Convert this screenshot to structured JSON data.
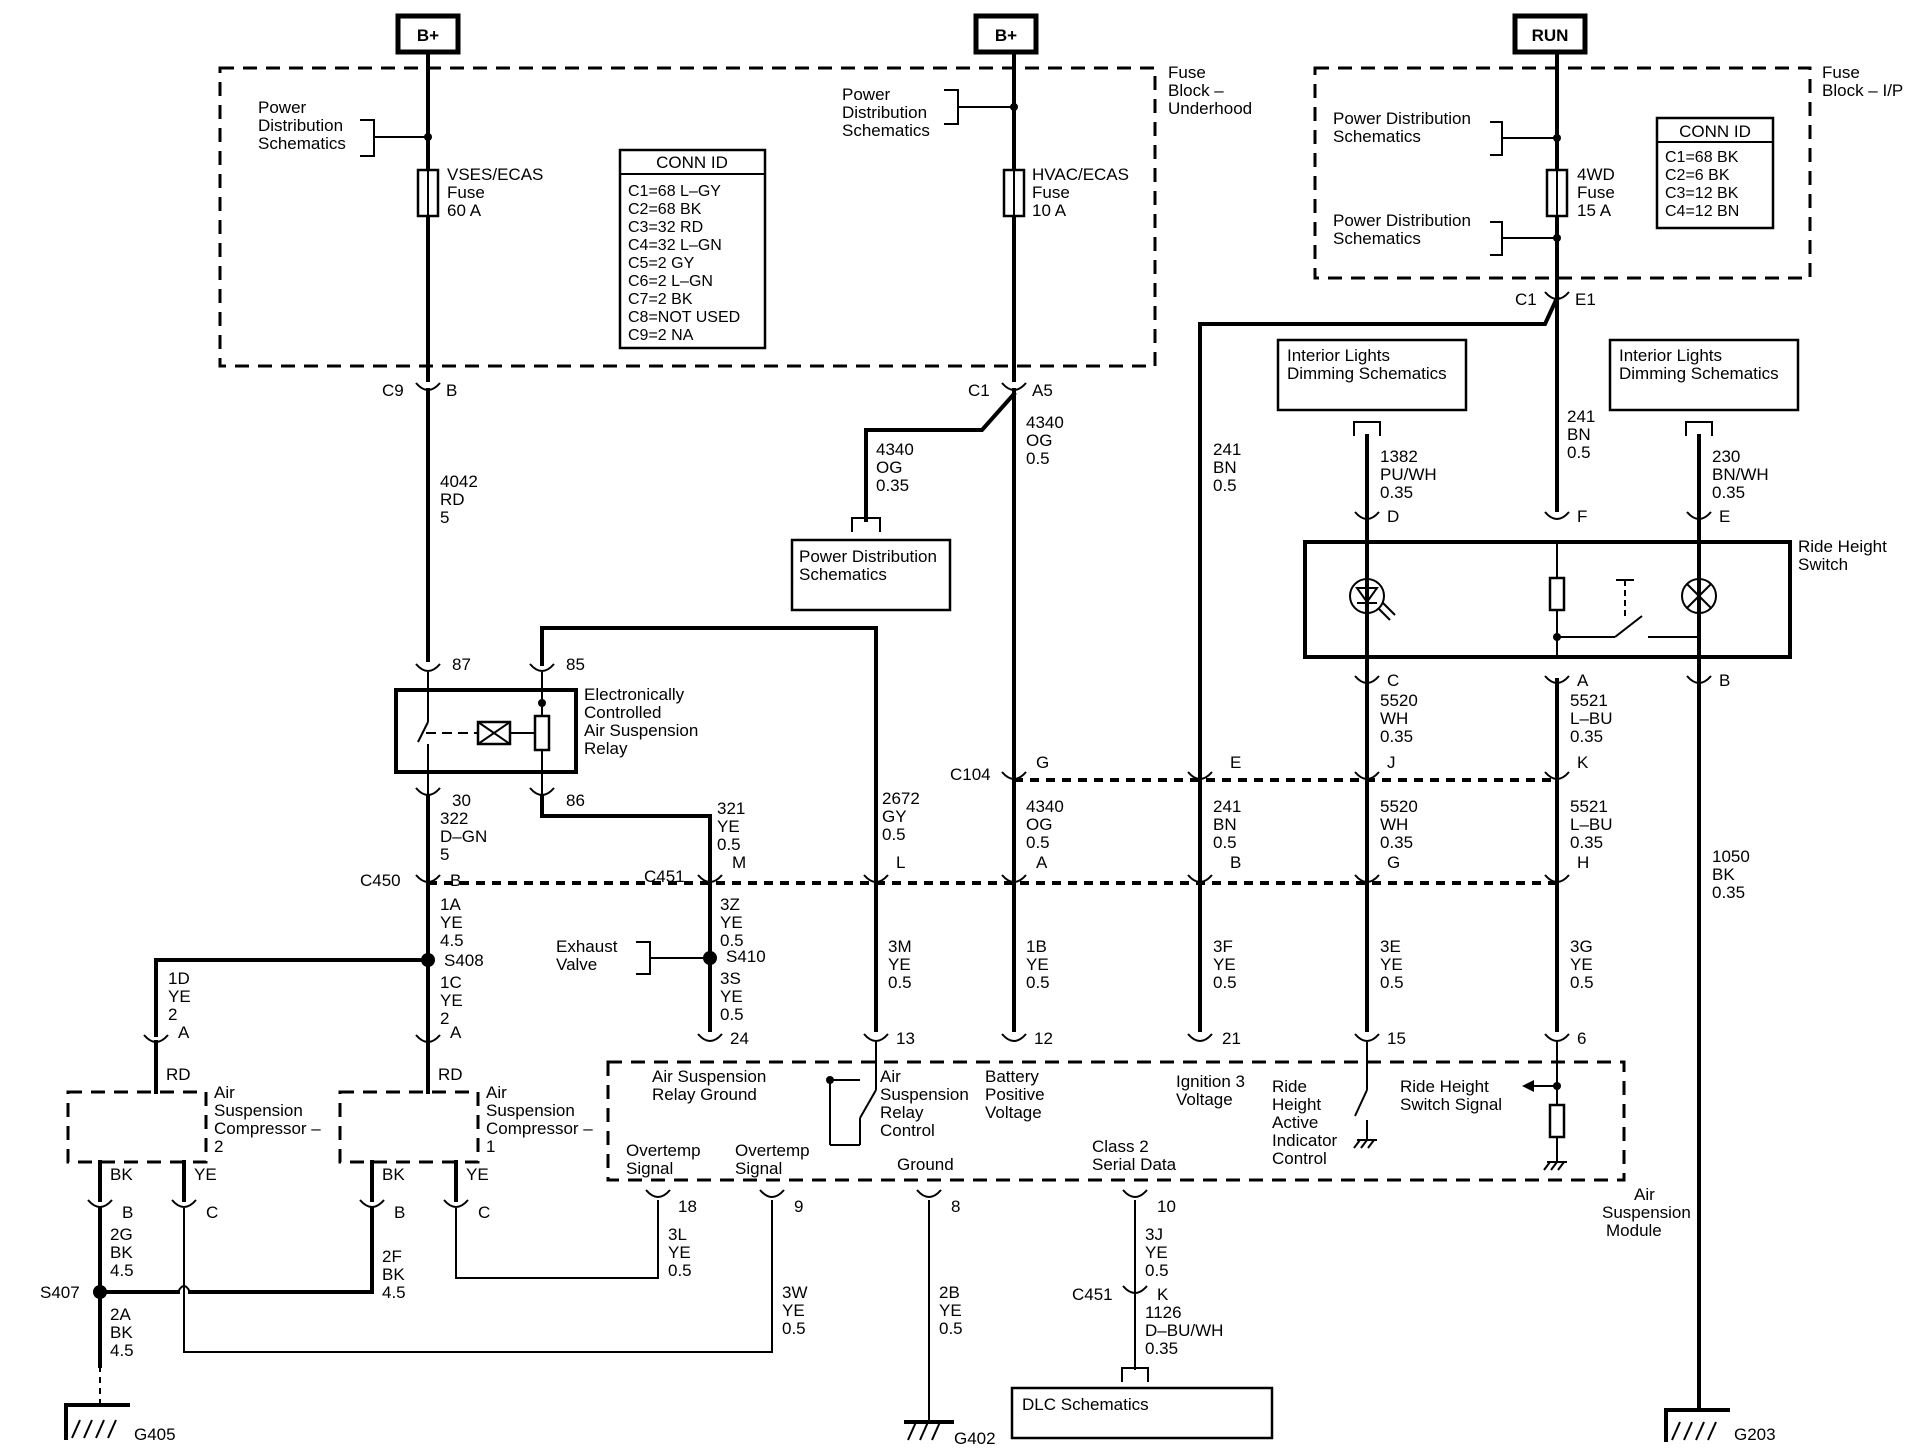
{
  "power_sources": {
    "b_plus_left": "B+",
    "b_plus_mid": "B+",
    "run": "RUN"
  },
  "fuse_block_underhood": {
    "label": [
      "Fuse",
      "Block –",
      "Underhood"
    ],
    "pd_left": [
      "Power",
      "Distribution",
      "Schematics"
    ],
    "pd_mid": [
      "Power",
      "Distribution",
      "Schematics"
    ],
    "fuse_vses": [
      "VSES/ECAS",
      "Fuse",
      "60 A"
    ],
    "fuse_hvac": [
      "HVAC/ECAS",
      "Fuse",
      "10 A"
    ],
    "conn_id": {
      "title": "CONN ID",
      "rows": [
        "C1=68 L–GY",
        "C2=68 BK",
        "C3=32 RD",
        "C4=32 L–GN",
        "C5=2 GY",
        "C6=2 L–GN",
        "C7=2 BK",
        "C8=NOT USED",
        "C9=2 NA"
      ]
    }
  },
  "fuse_block_ip": {
    "label": [
      "Fuse",
      "Block – I/P"
    ],
    "pd_top": [
      "Power Distribution",
      "Schematics"
    ],
    "pd_bottom": [
      "Power Distribution",
      "Schematics"
    ],
    "fuse_4wd": [
      "4WD",
      "Fuse",
      "15 A"
    ],
    "conn_id": {
      "title": "CONN ID",
      "rows": [
        "C1=68 BK",
        "C2=6 BK",
        "C3=12 BK",
        "C4=12 BN"
      ]
    }
  },
  "connectors": {
    "c9": "C9",
    "c9_pin": "B",
    "c1": "C1",
    "c1_pin": "A5",
    "c1_ip": "C1",
    "e1": "E1",
    "c104": "C104",
    "c104_g": "G",
    "c104_e": "E",
    "c104_j": "J",
    "c104_k": "K",
    "c450": "C450",
    "c450_pin": "B",
    "c451": "C451",
    "c451_m": "M",
    "c451_l": "L",
    "c451_a": "A",
    "c451_b": "B",
    "c451_g": "G",
    "c451_h": "H",
    "c451_bottom": "C451",
    "c451_k": "K",
    "relay_87": "87",
    "relay_85": "85",
    "relay_30": "30",
    "relay_86": "86",
    "rhs_d": "D",
    "rhs_f": "F",
    "rhs_e": "E",
    "rhs_c": "C",
    "rhs_a": "A",
    "rhs_b": "B",
    "asm_24": "24",
    "asm_13": "13",
    "asm_12": "12",
    "asm_21": "21",
    "asm_15": "15",
    "asm_6": "6",
    "asm_18": "18",
    "asm_9": "9",
    "asm_8": "8",
    "asm_10": "10",
    "comp2_a": "A",
    "comp1_a": "A",
    "comp2_b": "B",
    "comp2_c": "C",
    "comp1_b": "B",
    "comp1_c": "C"
  },
  "wires": {
    "w4042": [
      "4042",
      "RD",
      "5"
    ],
    "w4340_a": [
      "4340",
      "OG",
      "0.35"
    ],
    "w4340_b": [
      "4340",
      "OG",
      "0.5"
    ],
    "w241_a": [
      "241",
      "BN",
      "0.5"
    ],
    "w1382": [
      "1382",
      "PU/WH",
      "0.35"
    ],
    "w241_b": [
      "241",
      "BN",
      "0.5"
    ],
    "w230": [
      "230",
      "BN/WH",
      "0.35"
    ],
    "w5520_a": [
      "5520",
      "WH",
      "0.35"
    ],
    "w5521_a": [
      "5521",
      "L–BU",
      "0.35"
    ],
    "w2672": [
      "2672",
      "GY",
      "0.5"
    ],
    "w4340_c": [
      "4340",
      "OG",
      "0.5"
    ],
    "w241_c": [
      "241",
      "BN",
      "0.5"
    ],
    "w5520_b": [
      "5520",
      "WH",
      "0.35"
    ],
    "w5521_b": [
      "5521",
      "L–BU",
      "0.35"
    ],
    "w1050": [
      "1050",
      "BK",
      "0.35"
    ],
    "w321": [
      "321",
      "YE",
      "0.5"
    ],
    "w322": [
      "322",
      "D–GN",
      "5"
    ],
    "w1a": [
      "1A",
      "YE",
      "4.5"
    ],
    "w1c": [
      "1C",
      "YE",
      "2"
    ],
    "w1d": [
      "1D",
      "YE",
      "2"
    ],
    "w3z": [
      "3Z",
      "YE",
      "0.5"
    ],
    "w3s": [
      "3S",
      "YE",
      "0.5"
    ],
    "w3m": [
      "3M",
      "YE",
      "0.5"
    ],
    "w1b": [
      "1B",
      "YE",
      "0.5"
    ],
    "w3f": [
      "3F",
      "YE",
      "0.5"
    ],
    "w3e": [
      "3E",
      "YE",
      "0.5"
    ],
    "w3g": [
      "3G",
      "YE",
      "0.5"
    ],
    "w2g": [
      "2G",
      "BK",
      "4.5"
    ],
    "w2f": [
      "2F",
      "BK",
      "4.5"
    ],
    "w2a": [
      "2A",
      "BK",
      "4.5"
    ],
    "w3l": [
      "3L",
      "YE",
      "0.5"
    ],
    "w3w": [
      "3W",
      "YE",
      "0.5"
    ],
    "w2b": [
      "2B",
      "YE",
      "0.5"
    ],
    "w3j": [
      "3J",
      "YE",
      "0.5"
    ],
    "w1126": [
      "1126",
      "D–BU/WH",
      "0.35"
    ],
    "rd_2": "RD",
    "rd_1": "RD",
    "bk_2": "BK",
    "ye_2": "YE",
    "bk_1": "BK",
    "ye_1": "YE"
  },
  "splices": {
    "s408": "S408",
    "s410": "S410",
    "s407": "S407"
  },
  "components": {
    "relay": [
      "Electronically",
      "Controlled",
      "Air Suspension",
      "Relay"
    ],
    "ride_height_switch": [
      "Ride Height",
      "Switch"
    ],
    "interior_lights_1": [
      "Interior Lights",
      "Dimming Schematics"
    ],
    "interior_lights_2": [
      "Interior Lights",
      "Dimming Schematics"
    ],
    "power_distribution_box": [
      "Power Distribution",
      "Schematics"
    ],
    "exhaust_valve": [
      "Exhaust",
      "Valve"
    ],
    "compressor_2": [
      "Air",
      "Suspension",
      "Compressor –",
      "2"
    ],
    "compressor_1": [
      "Air",
      "Suspension",
      "Compressor –",
      "1"
    ],
    "air_suspension_module": [
      "Air",
      "Suspension",
      "Module"
    ],
    "dlc": "DLC Schematics"
  },
  "module_labels": {
    "relay_ground": [
      "Air Suspension",
      "Relay Ground"
    ],
    "relay_control": [
      "Air",
      "Suspension",
      "Relay",
      "Control"
    ],
    "battery_voltage": [
      "Battery",
      "Positive",
      "Voltage"
    ],
    "ignition3": [
      "Ignition 3",
      "Voltage"
    ],
    "ride_height_indicator": [
      "Ride",
      "Height",
      "Active",
      "Indicator",
      "Control"
    ],
    "ride_height_signal": [
      "Ride Height",
      "Switch Signal"
    ],
    "overtemp_1": [
      "Overtemp",
      "Signal"
    ],
    "overtemp_2": [
      "Overtemp",
      "Signal"
    ],
    "ground": "Ground",
    "serial_data": [
      "Class 2",
      "Serial Data"
    ]
  },
  "grounds": {
    "g405": "G405",
    "g402": "G402",
    "g203": "G203"
  }
}
